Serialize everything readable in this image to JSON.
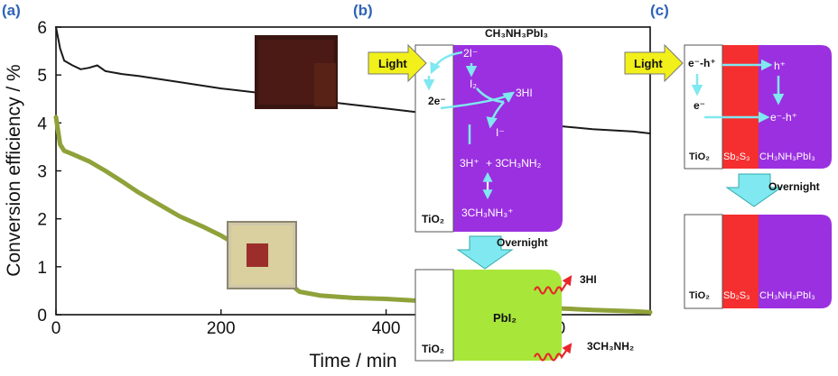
{
  "panels": {
    "a": {
      "label": "(a)"
    },
    "b": {
      "label": "(b)"
    },
    "c": {
      "label": "(c)"
    }
  },
  "chart_data": {
    "type": "line",
    "xlabel": "Time / min",
    "ylabel": "Conversion efficiency / %",
    "xlim": [
      0,
      720
    ],
    "ylim": [
      0,
      6
    ],
    "x_ticks": [
      0,
      200,
      400,
      600
    ],
    "y_ticks": [
      0,
      1,
      2,
      3,
      4,
      5,
      6
    ],
    "series": [
      {
        "color": "#1a1a1a",
        "points": [
          [
            0,
            6.0
          ],
          [
            5,
            5.55
          ],
          [
            10,
            5.3
          ],
          [
            20,
            5.2
          ],
          [
            30,
            5.12
          ],
          [
            40,
            5.15
          ],
          [
            50,
            5.2
          ],
          [
            60,
            5.08
          ],
          [
            80,
            5.02
          ],
          [
            100,
            4.98
          ],
          [
            150,
            4.85
          ],
          [
            200,
            4.72
          ],
          [
            250,
            4.62
          ],
          [
            300,
            4.5
          ],
          [
            350,
            4.4
          ],
          [
            400,
            4.3
          ],
          [
            450,
            4.2
          ],
          [
            500,
            4.12
          ],
          [
            550,
            4.02
          ],
          [
            600,
            3.95
          ],
          [
            650,
            3.87
          ],
          [
            700,
            3.82
          ],
          [
            720,
            3.78
          ]
        ]
      },
      {
        "color": "#8fa23a",
        "points": [
          [
            0,
            4.12
          ],
          [
            5,
            3.55
          ],
          [
            10,
            3.42
          ],
          [
            20,
            3.35
          ],
          [
            40,
            3.2
          ],
          [
            60,
            3.0
          ],
          [
            80,
            2.78
          ],
          [
            100,
            2.55
          ],
          [
            120,
            2.35
          ],
          [
            150,
            2.05
          ],
          [
            180,
            1.82
          ],
          [
            200,
            1.65
          ],
          [
            220,
            1.45
          ],
          [
            240,
            1.15
          ],
          [
            255,
            0.88
          ],
          [
            270,
            0.78
          ],
          [
            285,
            0.62
          ],
          [
            295,
            0.48
          ],
          [
            320,
            0.4
          ],
          [
            360,
            0.35
          ],
          [
            400,
            0.33
          ],
          [
            450,
            0.28
          ],
          [
            500,
            0.22
          ],
          [
            550,
            0.18
          ],
          [
            600,
            0.14
          ],
          [
            650,
            0.1
          ],
          [
            700,
            0.07
          ],
          [
            720,
            0.05
          ]
        ]
      }
    ]
  },
  "diagram_b": {
    "light": "Light",
    "perovskite": "CH₃NH₃PbI₃",
    "tio2": "TiO₂",
    "reactions": {
      "two_i": "2I⁻",
      "two_e": "2e⁻",
      "i2": "I₂",
      "three_hi": "3HI",
      "i_minus": "I⁻",
      "protons_1": "3H⁺",
      "protons_2": "+ 3CH₃NH₂",
      "methylammonium": "3CH₃NH₃⁺"
    },
    "overnight": "Overnight",
    "pbi2": "PbI₂",
    "tio2_after": "TiO₂",
    "gas_hi": "3HI",
    "gas_amine": "3CH₃NH₂"
  },
  "diagram_c": {
    "light": "Light",
    "pair": "e⁻-h⁺",
    "hole": "h⁺",
    "electron": "e⁻",
    "pair_right": "e⁻-h⁺",
    "tio2": "TiO₂",
    "sb2s3": "Sb₂S₃",
    "perovskite": "CH₃NH₃PbI₃",
    "overnight": "Overnight",
    "tio2_after": "TiO₂",
    "sb2s3_after": "Sb₂S₃",
    "perovskite_after": "CH₃NH₃PbI₃"
  },
  "colors": {
    "perovskite": "#9b30e0",
    "pbi2": "#a8e63a",
    "sb2s3": "#f52f2f",
    "arrow_cyan": "#7fe8f0",
    "light_arrow": "#f2f01a",
    "panel_label": "#2e63b8",
    "wavy_gas": "#e8262b"
  }
}
